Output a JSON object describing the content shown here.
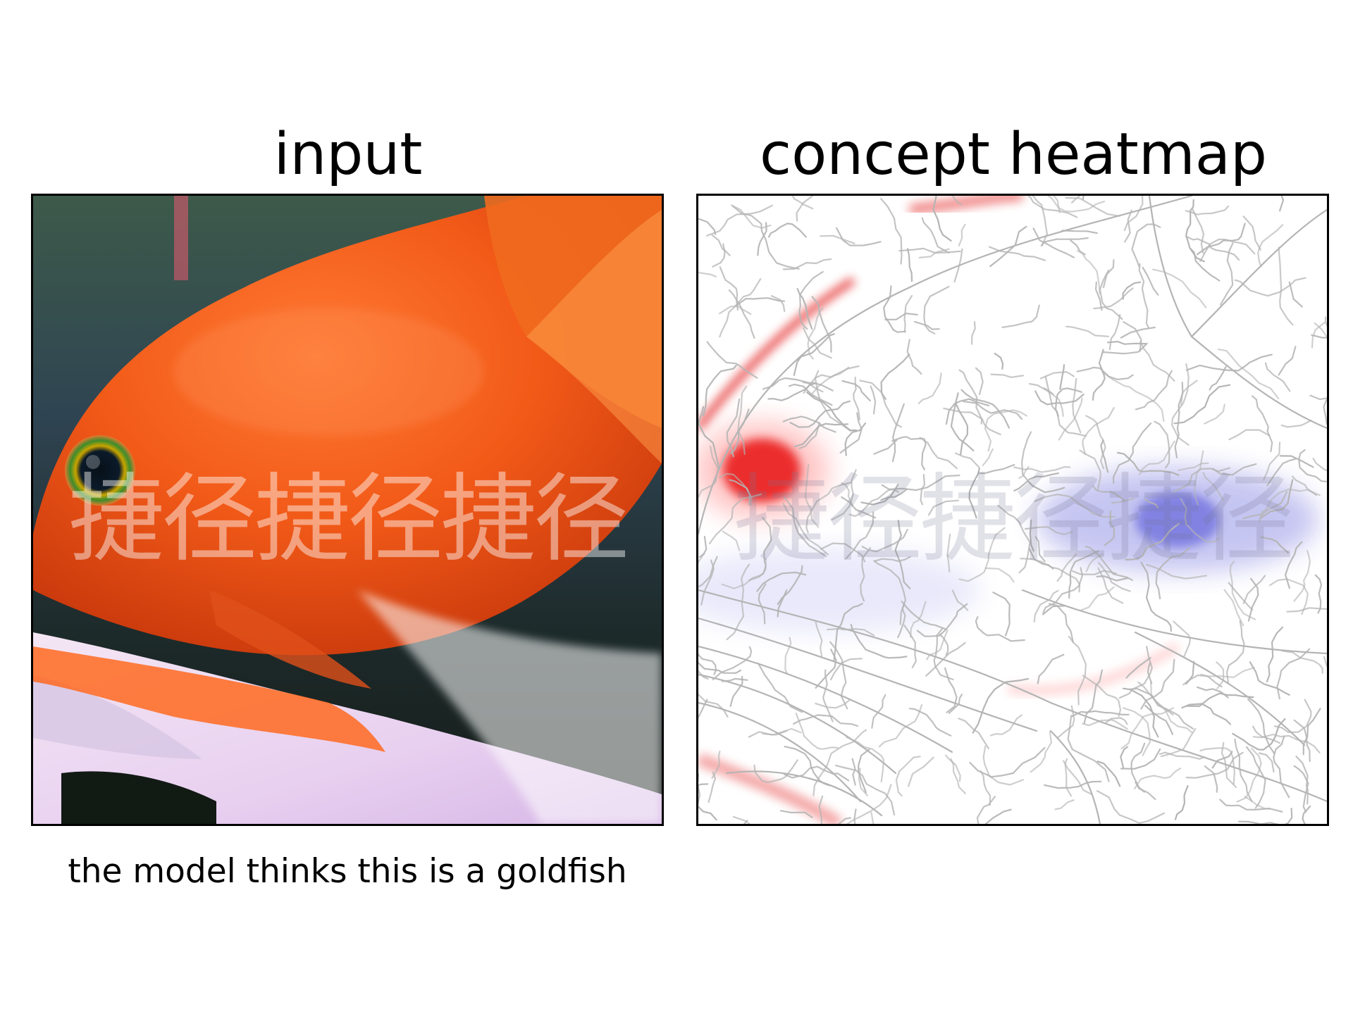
{
  "panels": {
    "input": {
      "title": "input",
      "watermark": "捷径捷径捷径"
    },
    "heatmap": {
      "title": "concept heatmap",
      "watermark": "捷径捷径捷径",
      "colors": {
        "positive": "#e00000",
        "negative": "#3030d0",
        "edges": "#b4b4b4"
      }
    }
  },
  "caption": "the model thinks this is a goldfish"
}
